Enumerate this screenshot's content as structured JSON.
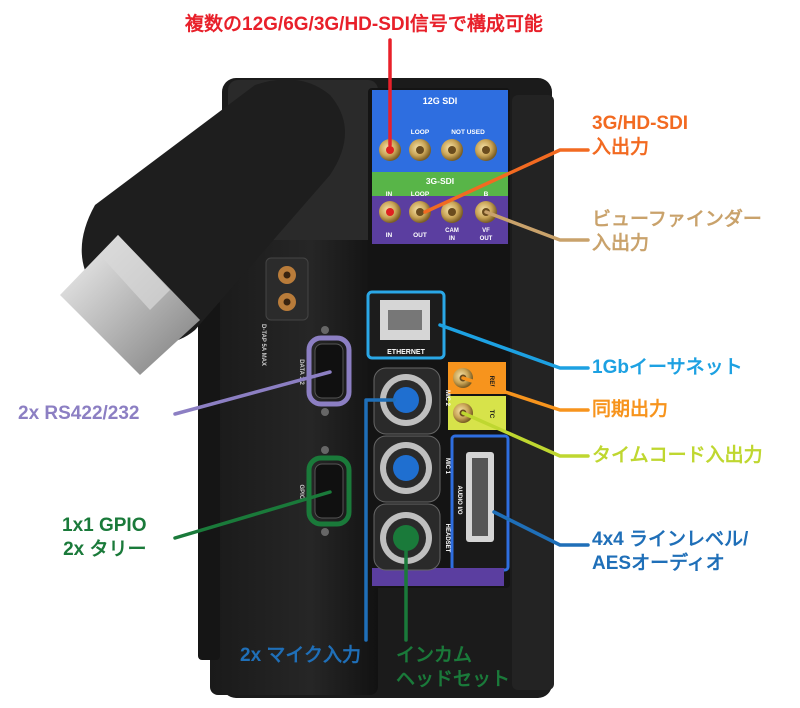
{
  "panel_labels": {
    "sdi12g_title": "12G SDI",
    "loop": "LOOP",
    "not_used": "NOT USED",
    "sdi3g_title": "3G-SDI",
    "in": "IN",
    "out": "OUT",
    "b": "B",
    "cam_in_1": "CAM",
    "cam_in_2": "IN",
    "vf_out_1": "VF",
    "vf_out_2": "OUT",
    "ethernet": "ETHERNET",
    "ref": "REF",
    "tc": "TC",
    "mic2": "MIC 2",
    "mic1": "MIC 1",
    "headset": "HEADSET",
    "audio_io": "AUDIO I/O",
    "dtap": "D-TAP 5A MAX",
    "data": "DATA 1/2",
    "gpio": "GPIO"
  },
  "callouts": {
    "sdi_multi": {
      "text": "複数の12G/6G/3G/HD-SDI信号で構成可能",
      "color": "#e8202a"
    },
    "sdi3g": {
      "line1": "3G/HD-SDI",
      "line2": "入出力",
      "color": "#f26a21"
    },
    "viewfinder": {
      "line1": "ビューファインダー",
      "line2": "入出力",
      "color": "#c9a26b"
    },
    "ethernet": {
      "text": "1Gbイーサネット",
      "color": "#1da1e2"
    },
    "genlock": {
      "text": "同期出力",
      "color": "#f7941d"
    },
    "timecode": {
      "text": "タイムコード入出力",
      "color": "#bfd730"
    },
    "audio": {
      "line1": "4x4 ラインレベル/",
      "line2": "AESオーディオ",
      "color": "#1f6fb8"
    },
    "rs422": {
      "text": "2x RS422/232",
      "color": "#8c7fc3"
    },
    "gpio": {
      "line1": "1x1 GPIO",
      "line2": "2x タリー",
      "color": "#1a7a3a"
    },
    "mic": {
      "text": "2x マイク入力",
      "color": "#1f6fb8"
    },
    "intercom": {
      "line1": "インカム",
      "line2": "ヘッドセット",
      "color": "#1a7a3a"
    }
  }
}
